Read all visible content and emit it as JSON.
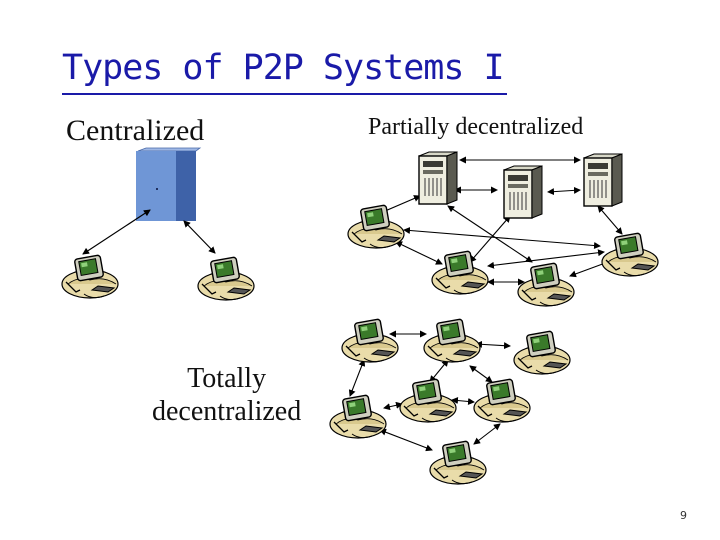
{
  "slide": {
    "title": "Types of P2P Systems I",
    "page_number": "9"
  },
  "labels": {
    "centralized": "Centralized",
    "partially": "Partially decentralized",
    "totally_line1": "Totally",
    "totally_line2": "decentralized"
  },
  "colors": {
    "title": "#1a1aa8",
    "server_front": "#6f96d6",
    "server_side": "#3e62a8",
    "pc_screen": "#3a7a2a",
    "pc_body": "#e9dcaa"
  },
  "icons": {
    "server": "server-icon",
    "computer": "computer-icon"
  }
}
